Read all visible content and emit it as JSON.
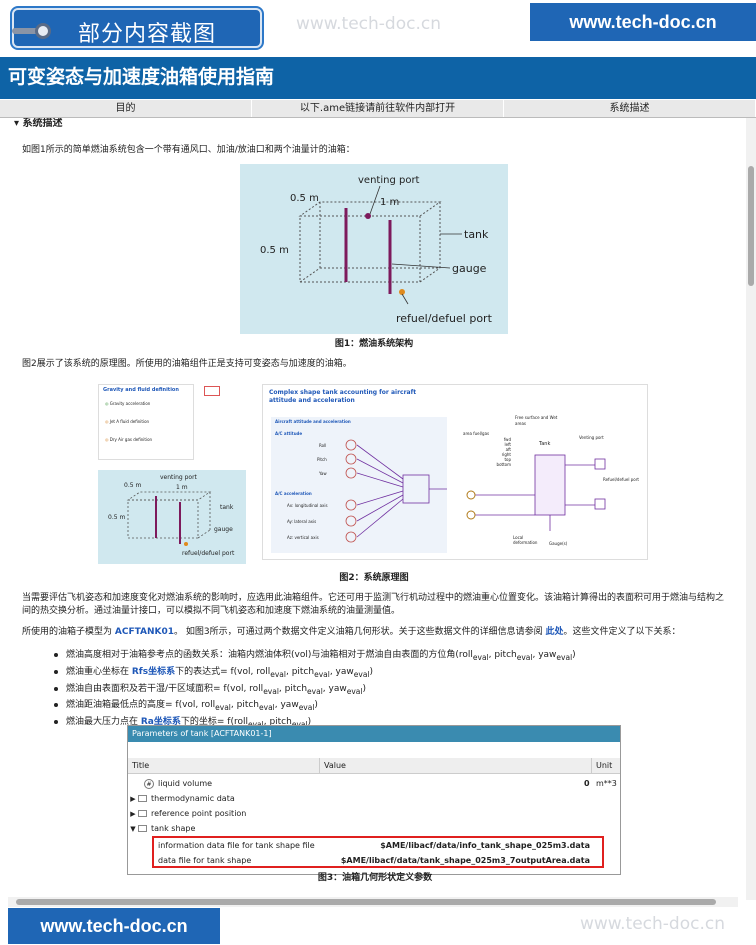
{
  "watermark": {
    "badge_label": "部分内容截图",
    "faint_url": "www.tech-doc.cn",
    "brand_top": "www.tech-doc.cn",
    "brand_bottom": "www.tech-doc.cn"
  },
  "page": {
    "title": "可变姿态与加速度油箱使用指南",
    "nav": [
      "目的",
      "以下.ame链接请前往软件内部打开",
      "系统描述"
    ],
    "section_heading": "系统描述"
  },
  "body": {
    "p1": "如图1所示的简单燃油系统包含一个带有通风口、加油/放油口和两个油量计的油箱：",
    "fig1": {
      "caption": "图1：燃油系统架构",
      "labels": {
        "venting": "venting port",
        "top_dim": "1 m",
        "side_dim": "0.5 m",
        "depth_dim": "0.5 m",
        "tank": "tank",
        "gauge": "gauge",
        "refuel": "refuel/defuel port"
      }
    },
    "p2": "图2展示了该系统的原理图。所使用的油箱组件正是支持可变姿态与加速度的油箱。",
    "fig2": {
      "caption": "图2：系统原理图",
      "gravity_title": "Gravity and fluid definition",
      "gravity_items": [
        "Gravity acceleration",
        "Jet A fluid definition",
        "Dry Air gas definition"
      ],
      "complex_title": "Complex shape tank accounting for aircraft attitude and acceleration",
      "attitude_block": "Aircraft attitude and acceleration",
      "ac_attitude": "A/C attitude",
      "attitude_items": [
        "Roll",
        "Pitch",
        "Yaw"
      ],
      "ac_accel": "A/C acceleration",
      "accel_items": [
        "Ax: longitudinal axis",
        "Ay: lateral axis",
        "Az: vertical axis"
      ],
      "right_labels": [
        "Free surface and Wet areas",
        "area fuel/gas",
        "fwd",
        "left",
        "aft",
        "right",
        "top",
        "bottom",
        "Tank",
        "Venting port",
        "Refuel/defuel port",
        "Local deformation",
        "Gauge(s)"
      ]
    },
    "p3": "当需要评估飞机姿态和加速度变化对燃油系统的影响时，应选用此油箱组件。它还可用于监测飞行机动过程中的燃油重心位置变化。该油箱计算得出的表面积可用于燃油与结构之间的热交换分析。通过油量计接口，可以模拟不同飞机姿态和加速度下燃油系统的油量测量值。",
    "p4_pre": "所使用的油箱子模型为 ",
    "p4_model": "ACFTANK01",
    "p4_mid": "。 如图3所示，可通过两个数据文件定义油箱几何形状。关于这些数据文件的详细信息请参阅 ",
    "p4_link": "此处",
    "p4_post": "。这些文件定义了以下关系：",
    "bullets": [
      {
        "text": "燃油高度相对于油箱参考点的函数关系：油箱内燃油体积(vol)与油箱相对于燃油自由表面的方位角(roll",
        "tail": ", pitch",
        "tail2": ", yaw",
        "end": ")"
      },
      {
        "pre": "燃油重心坐标在 ",
        "link": "Rfs坐标系",
        "post": "下的表达式= f(vol, roll",
        "a": ", pitch",
        "b": ", yaw",
        "end": ")"
      },
      {
        "text": "燃油自由表面积及若干湿/干区域面积= f(vol, roll",
        "tail": ", pitch",
        "tail2": ", yaw",
        "end": ")"
      },
      {
        "text": "燃油距油箱最低点的高度= f(vol, roll",
        "tail": ", pitch",
        "tail2": ", yaw",
        "end": ")"
      },
      {
        "pre": "燃油最大压力点在 ",
        "link": "Ra坐标系",
        "post": "下的坐标= f(roll",
        "a": ", pitch",
        "end": ")"
      }
    ],
    "subscript": "eval",
    "params": {
      "title": "Parameters of tank [ACFTANK01-1]",
      "cols": [
        "Title",
        "Value",
        "Unit"
      ],
      "rows": [
        {
          "title": "liquid volume",
          "value": "0",
          "unit": "m**3"
        },
        {
          "title": "thermodynamic data",
          "value": "",
          "unit": ""
        },
        {
          "title": "reference point position",
          "value": "",
          "unit": ""
        },
        {
          "title": "tank shape",
          "value": "",
          "unit": ""
        },
        {
          "title": "information data file for tank shape file",
          "value": "$AME/libacf/data/info_tank_shape_025m3.data",
          "unit": ""
        },
        {
          "title": "data file for tank shape",
          "value": "$AME/libacf/data/tank_shape_025m3_7outputArea.data",
          "unit": ""
        }
      ],
      "caption": "图3：油箱几何形状定义参数"
    }
  }
}
